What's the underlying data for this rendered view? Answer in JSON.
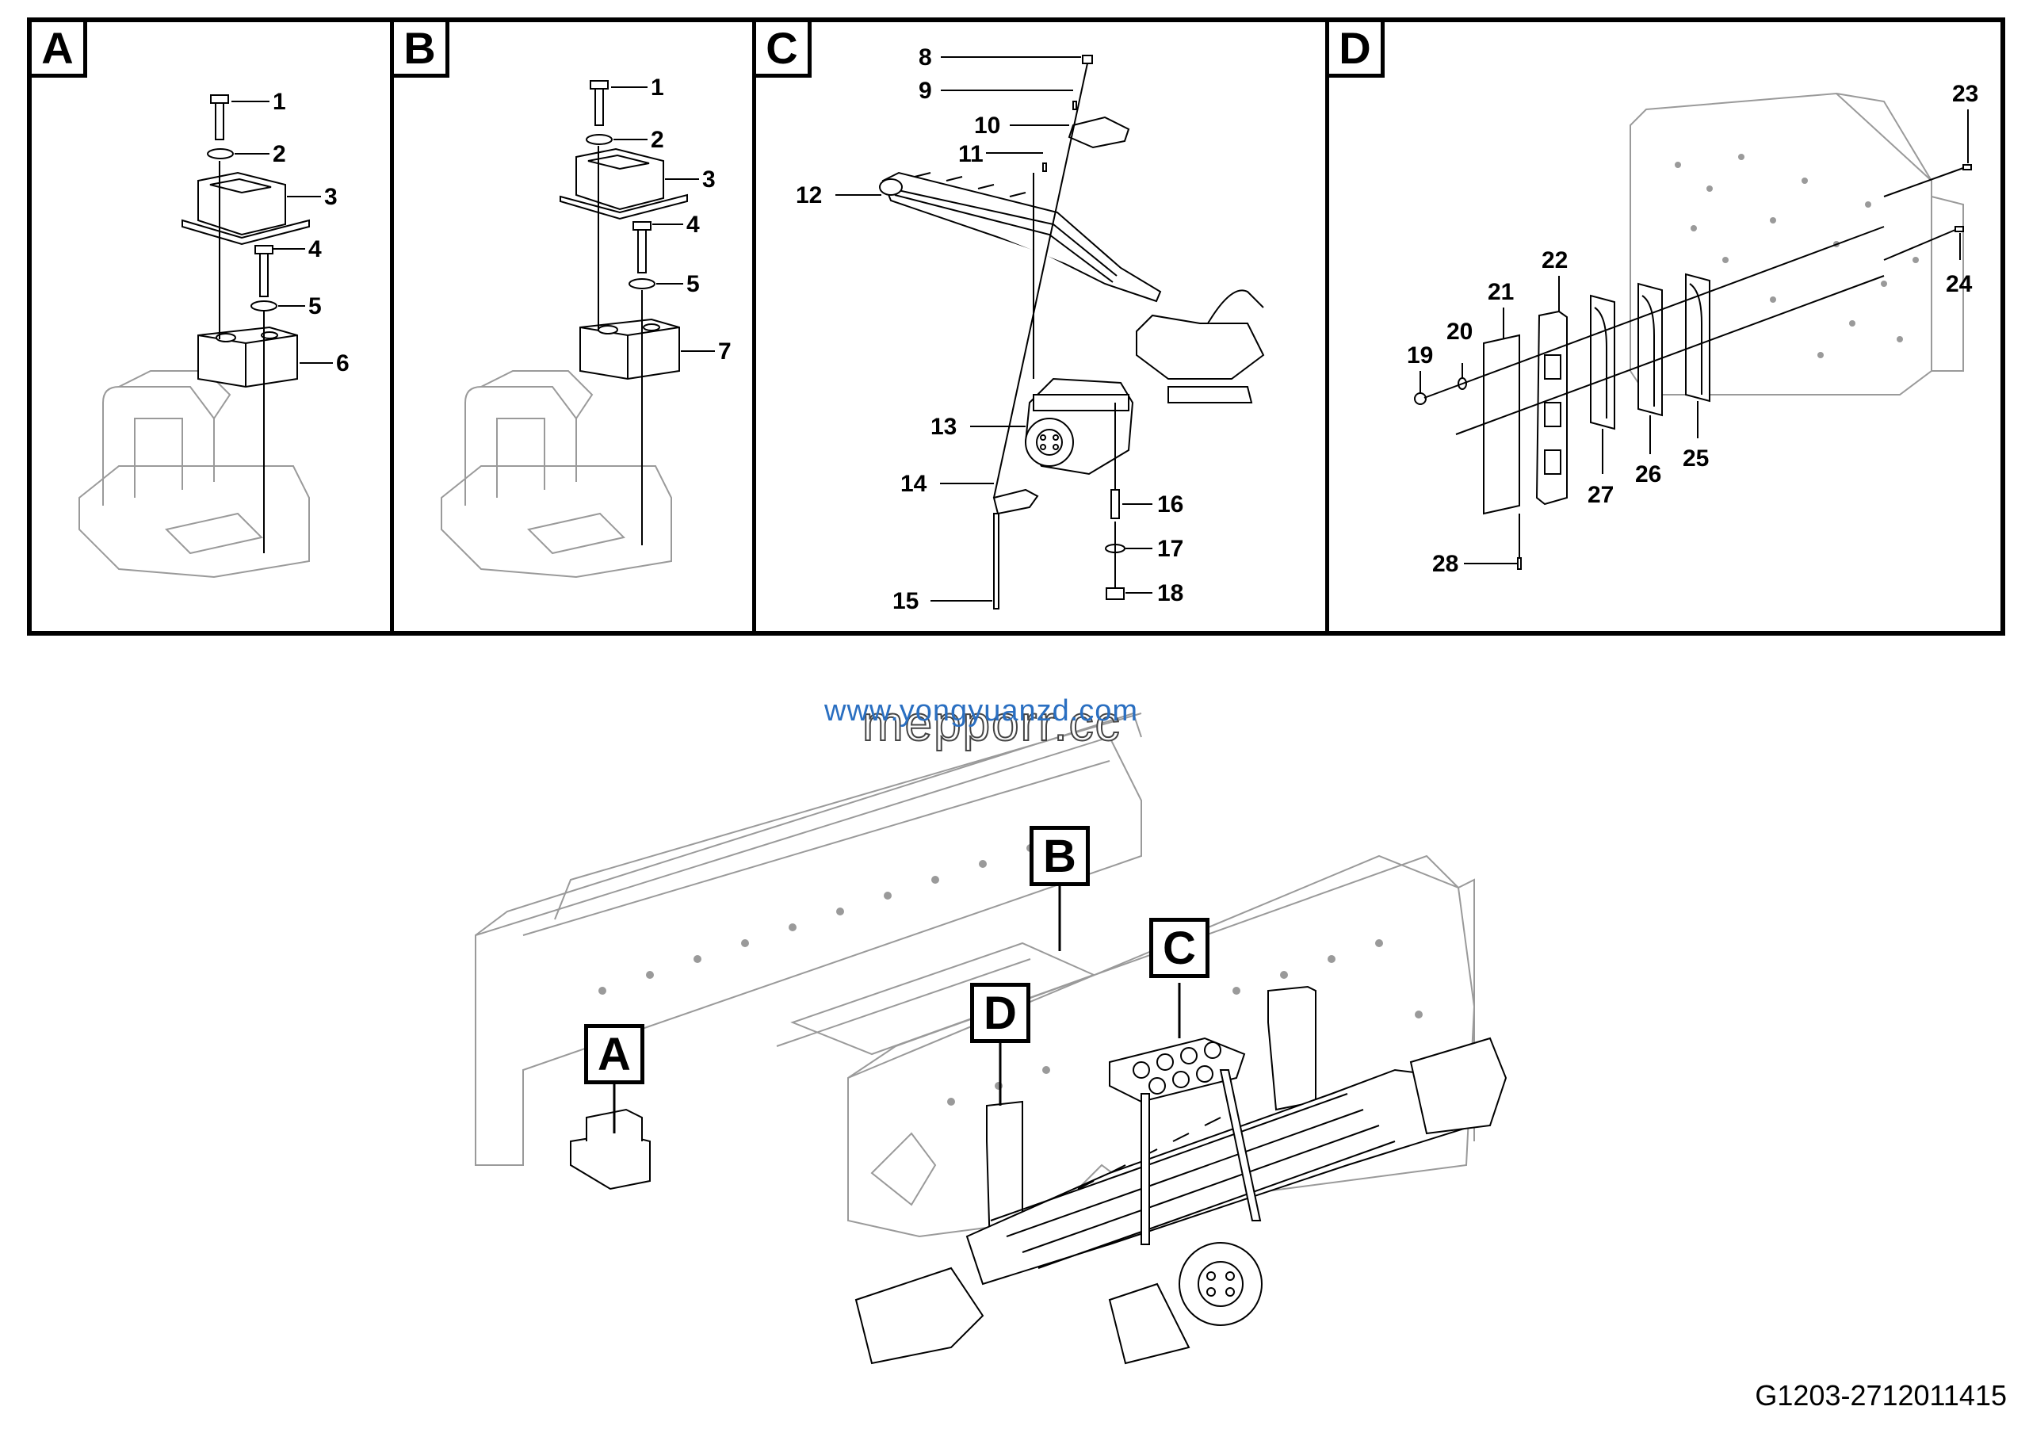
{
  "panels": [
    {
      "letter": "A",
      "callouts": [
        "1",
        "2",
        "3",
        "4",
        "5",
        "6"
      ]
    },
    {
      "letter": "B",
      "callouts": [
        "1",
        "2",
        "3",
        "4",
        "5",
        "7"
      ]
    },
    {
      "letter": "C",
      "callouts": [
        "8",
        "9",
        "10",
        "11",
        "12",
        "13",
        "14",
        "15",
        "16",
        "17",
        "18"
      ]
    },
    {
      "letter": "D",
      "callouts": [
        "19",
        "20",
        "21",
        "22",
        "23",
        "24",
        "25",
        "26",
        "27",
        "28"
      ]
    }
  ],
  "overview_labels": [
    "A",
    "B",
    "C",
    "D"
  ],
  "watermark": {
    "url": "www.yongyuanzd.com",
    "overlay": "mepporr.cc"
  },
  "drawing_id": "G1203-2712011415"
}
